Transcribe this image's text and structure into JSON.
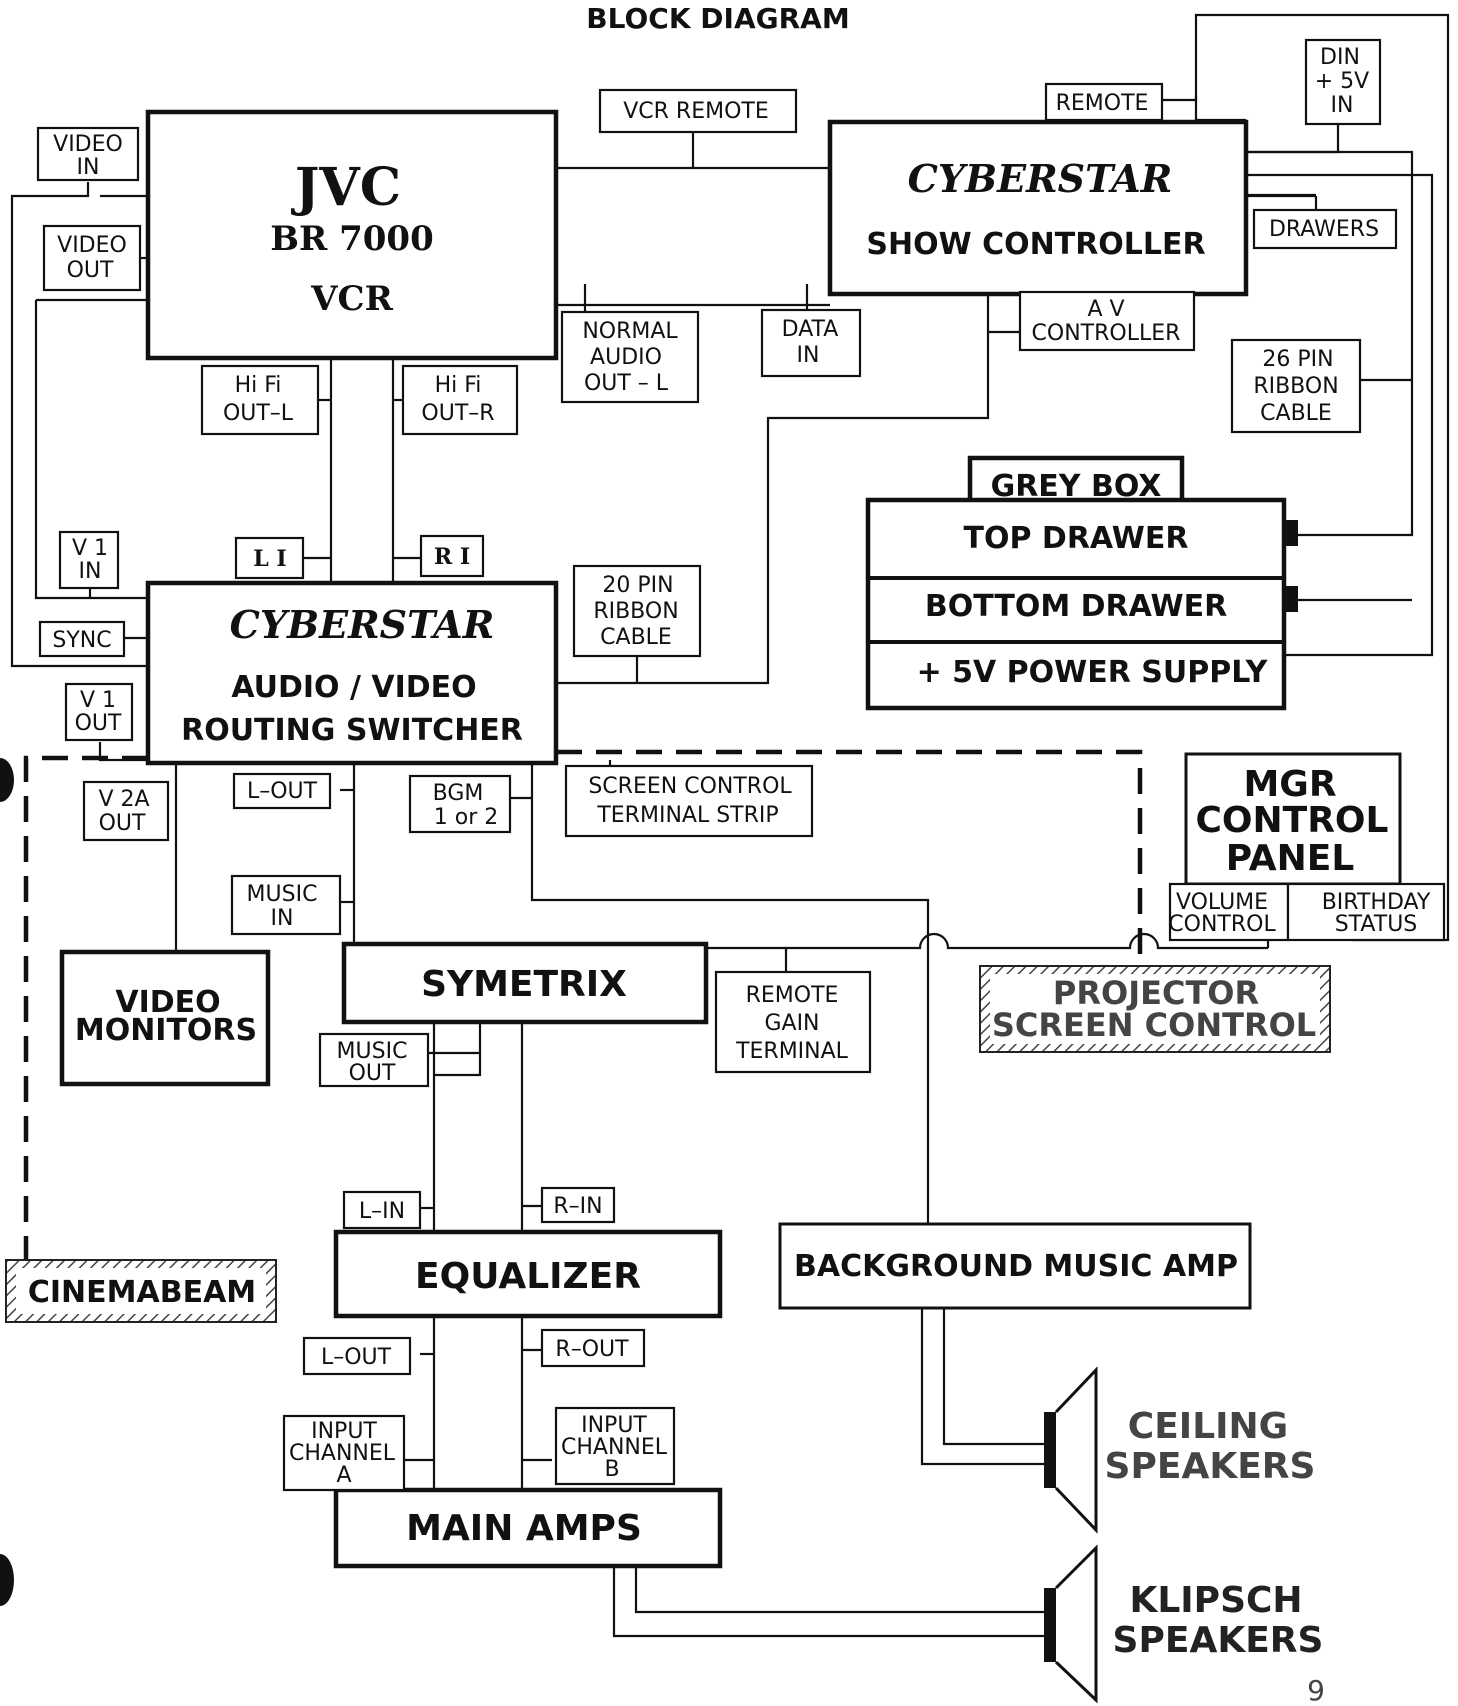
{
  "title": "BLOCK DIAGRAM",
  "page_number": "9",
  "vcr": {
    "brand": "JVC",
    "model": "BR 7000",
    "type": "VCR"
  },
  "show_controller": {
    "line1": "CYBERSTAR",
    "line2": "SHOW CONTROLLER"
  },
  "switcher": {
    "line1": "CYBERSTAR",
    "line2": "AUDIO / VIDEO",
    "line3": "ROUTING SWITCHER"
  },
  "grey_box": {
    "title": "GREY BOX",
    "top": "TOP DRAWER",
    "bottom": "BOTTOM DRAWER",
    "power": "+ 5V POWER SUPPLY"
  },
  "mgr_panel": {
    "line1": "MGR",
    "line2": "CONTROL",
    "line3": "PANEL"
  },
  "symetrix": "SYMETRIX",
  "equalizer": "EQUALIZER",
  "main_amps": "MAIN AMPS",
  "video_monitors": {
    "line1": "VIDEO",
    "line2": "MONITORS"
  },
  "bg_music_amp": "BACKGROUND MUSIC AMP",
  "cinemabeam": "CINEMABEAM",
  "projector": {
    "line1": "PROJECTOR",
    "line2": "SCREEN CONTROL"
  },
  "ceiling_speakers": {
    "line1": "CEILING",
    "line2": "SPEAKERS"
  },
  "klipsch_speakers": {
    "line1": "KLIPSCH",
    "line2": "SPEAKERS"
  },
  "labels": {
    "video_in": [
      "VIDEO",
      "IN"
    ],
    "video_out": [
      "VIDEO",
      "OUT"
    ],
    "vcr_remote": [
      "VCR REMOTE"
    ],
    "remote": [
      "REMOTE"
    ],
    "din_5v": [
      "DIN",
      "+ 5V",
      "IN"
    ],
    "drawers": [
      "DRAWERS"
    ],
    "av_controller": [
      "A V",
      "CONTROLLER"
    ],
    "ribbon26": [
      "26 PIN",
      "RIBBON",
      "CABLE"
    ],
    "normal_audio": [
      "NORMAL",
      "AUDIO",
      "OUT – L"
    ],
    "data_in": [
      "DATA",
      "IN"
    ],
    "hifi_l": [
      "Hi Fi",
      "OUT–L"
    ],
    "hifi_r": [
      "Hi Fi",
      "OUT–R"
    ],
    "li": [
      "L I"
    ],
    "ri": [
      "R I"
    ],
    "v1_in": [
      "V 1",
      "IN"
    ],
    "sync": [
      "SYNC"
    ],
    "v1_out": [
      "V 1",
      "OUT"
    ],
    "ribbon20": [
      "20 PIN",
      "RIBBON",
      "CABLE"
    ],
    "v2a_out": [
      "V 2A",
      "OUT"
    ],
    "l_out_sw": [
      "L–OUT"
    ],
    "bgm": [
      "BGM",
      "1 or 2"
    ],
    "screen_terminal": [
      "SCREEN CONTROL",
      "TERMINAL STRIP"
    ],
    "music_in": [
      "MUSIC",
      "IN"
    ],
    "music_out": [
      "MUSIC",
      "OUT"
    ],
    "remote_gain": [
      "REMOTE",
      "GAIN",
      "TERMINAL"
    ],
    "volume_control": [
      "VOLUME",
      "CONTROL"
    ],
    "birthday_status": [
      "BIRTHDAY",
      "STATUS"
    ],
    "l_in": [
      "L–IN"
    ],
    "r_in": [
      "R–IN"
    ],
    "l_out_eq": [
      "L–OUT"
    ],
    "r_out_eq": [
      "R–OUT"
    ],
    "input_a": [
      "INPUT",
      "CHANNEL",
      "A"
    ],
    "input_b": [
      "INPUT",
      "CHANNEL",
      "B"
    ]
  }
}
